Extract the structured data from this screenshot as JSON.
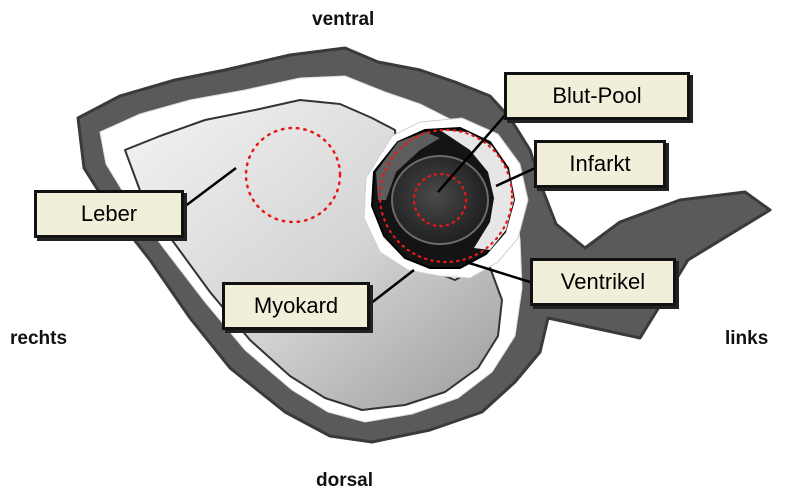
{
  "orientation": {
    "top": "ventral",
    "bottom": "dorsal",
    "left": "rechts",
    "right": "links"
  },
  "labels": {
    "blood_pool": "Blut-Pool",
    "infarct": "Infarkt",
    "liver": "Leber",
    "ventricle": "Ventrikel",
    "myocardium": "Myokard"
  },
  "colors": {
    "body_wall": "#5a5a5a",
    "fat_layer": "#ffffff",
    "liver_light": "#f2f2f2",
    "liver_dark": "#9a9a9a",
    "myocardium": "#111111",
    "infarct_zone": "#e8e8e8",
    "blood_pool": "#3a3a3a",
    "dotted_marker": "#e81818",
    "label_fill": "#f1efd9"
  }
}
